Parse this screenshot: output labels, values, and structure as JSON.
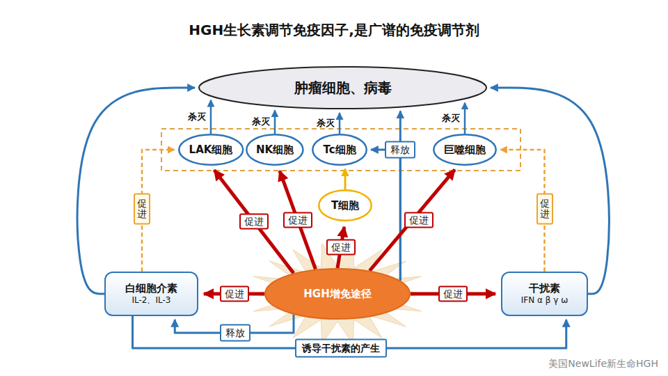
{
  "diagram": {
    "title": "HGH生长素调节免疫因子,是广谱的免疫调节剂",
    "nodes": [
      {
        "text": [
          "肿瘤细胞、病毒"
        ]
      },
      {
        "text": [
          "LAK细胞"
        ]
      },
      {
        "text": [
          "NK细胞"
        ]
      },
      {
        "text": [
          "Tc细胞"
        ]
      },
      {
        "text": [
          "巨噬细胞"
        ]
      },
      {
        "text": [
          "T细胞"
        ]
      },
      {
        "text": [
          "HGH增免途径"
        ]
      },
      {
        "text": [
          "白细胞介素",
          "IL-2、IL-3"
        ]
      },
      {
        "text": [
          "干扰素",
          "IFN α β γ ω"
        ]
      }
    ],
    "edges": [
      {
        "from": 1,
        "to": 0,
        "label": "杀灭",
        "arrow": "to"
      },
      {
        "from": 2,
        "to": 0,
        "label": "杀灭",
        "arrow": "to"
      },
      {
        "from": 3,
        "to": 0,
        "label": "杀灭",
        "arrow": "to"
      },
      {
        "from": 4,
        "to": 0,
        "label": "杀灭",
        "arrow": "to"
      },
      {
        "from": 6,
        "to": 3,
        "label": "释放",
        "arrow": "to"
      },
      {
        "from": 6,
        "to": 0,
        "arrow": "to"
      },
      {
        "from": 5,
        "to": 3,
        "arrow": "to"
      },
      {
        "from": 6,
        "to": 1,
        "label": "促进",
        "arrow": "to"
      },
      {
        "from": 6,
        "to": 2,
        "label": "促进",
        "arrow": "to"
      },
      {
        "from": 6,
        "to": 5,
        "label": "促进",
        "arrow": "to"
      },
      {
        "from": 6,
        "to": 4,
        "label": "促进",
        "arrow": "to"
      },
      {
        "from": 6,
        "to": 7,
        "label": "促进",
        "arrow": "to"
      },
      {
        "from": 6,
        "to": 8,
        "label": "促进",
        "arrow": "to"
      },
      {
        "from": 6,
        "to": 7,
        "label": "释放",
        "arrow": "to"
      },
      {
        "from": 7,
        "to": 1,
        "label": "促进",
        "arrow": "to"
      },
      {
        "from": 8,
        "to": 4,
        "label": "促进",
        "arrow": "to"
      },
      {
        "from": 7,
        "to": 8,
        "label": "诱导干扰素的产生",
        "arrow": "to"
      },
      {
        "from": 7,
        "to": 0,
        "arrow": "to"
      },
      {
        "from": 8,
        "to": 0,
        "arrow": "to"
      }
    ],
    "labels": [
      "美国NewLife新生命HGH"
    ]
  }
}
